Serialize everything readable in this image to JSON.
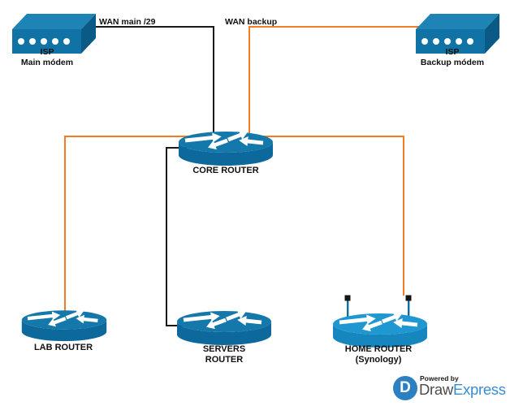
{
  "nodes": {
    "main_modem": {
      "line1": "ISP",
      "line2": "Main módem"
    },
    "backup_modem": {
      "line1": "ISP",
      "line2": "Backup módem"
    },
    "core_router": {
      "label": "CORE ROUTER"
    },
    "lab_router": {
      "label": "LAB ROUTER"
    },
    "servers_router": {
      "line1": "SERVERS",
      "line2": "ROUTER"
    },
    "home_router": {
      "line1": "HOME ROUTER",
      "line2": "(Synology)"
    }
  },
  "links": {
    "wan_main": {
      "label": "WAN main /29",
      "color": "#1a1a1a",
      "from": "main_modem",
      "to": "core_router"
    },
    "wan_backup": {
      "label": "WAN backup",
      "color": "#f57c21",
      "from": "backup_modem",
      "to": "core_router"
    },
    "core_to_lab": {
      "color": "#f57c21",
      "from": "core_router",
      "to": "lab_router"
    },
    "core_to_servers": {
      "color": "#1a1a1a",
      "from": "core_router",
      "to": "servers_router"
    },
    "core_to_home": {
      "color": "#f57c21",
      "from": "core_router",
      "to": "home_router"
    }
  },
  "branding": {
    "logo_letter": "D",
    "powered_by": "Powered by",
    "brand_part1": "Draw",
    "brand_part2": "Express"
  },
  "icons": {
    "main_modem": "modem-box-icon",
    "backup_modem": "modem-box-icon",
    "core_router": "router-cylinder-icon",
    "lab_router": "router-cylinder-icon",
    "servers_router": "router-cylinder-icon",
    "home_router": "wireless-router-icon",
    "logo": "drawexpress-logo-icon"
  },
  "colors": {
    "link_black": "#1a1a1a",
    "link_orange": "#f57c21",
    "device_blue_front": "#1173a5",
    "device_blue_top": "#1e84b5",
    "device_blue_side": "#0b5a85",
    "router_body": "#0d689b",
    "router_top": "#1478ab",
    "home_router_body": "#1686bf",
    "home_router_top": "#1f97d0",
    "logo_blue": "#2b80c2",
    "brand_gray": "#4d4d4f",
    "brand_blue": "#3a8dcb"
  }
}
